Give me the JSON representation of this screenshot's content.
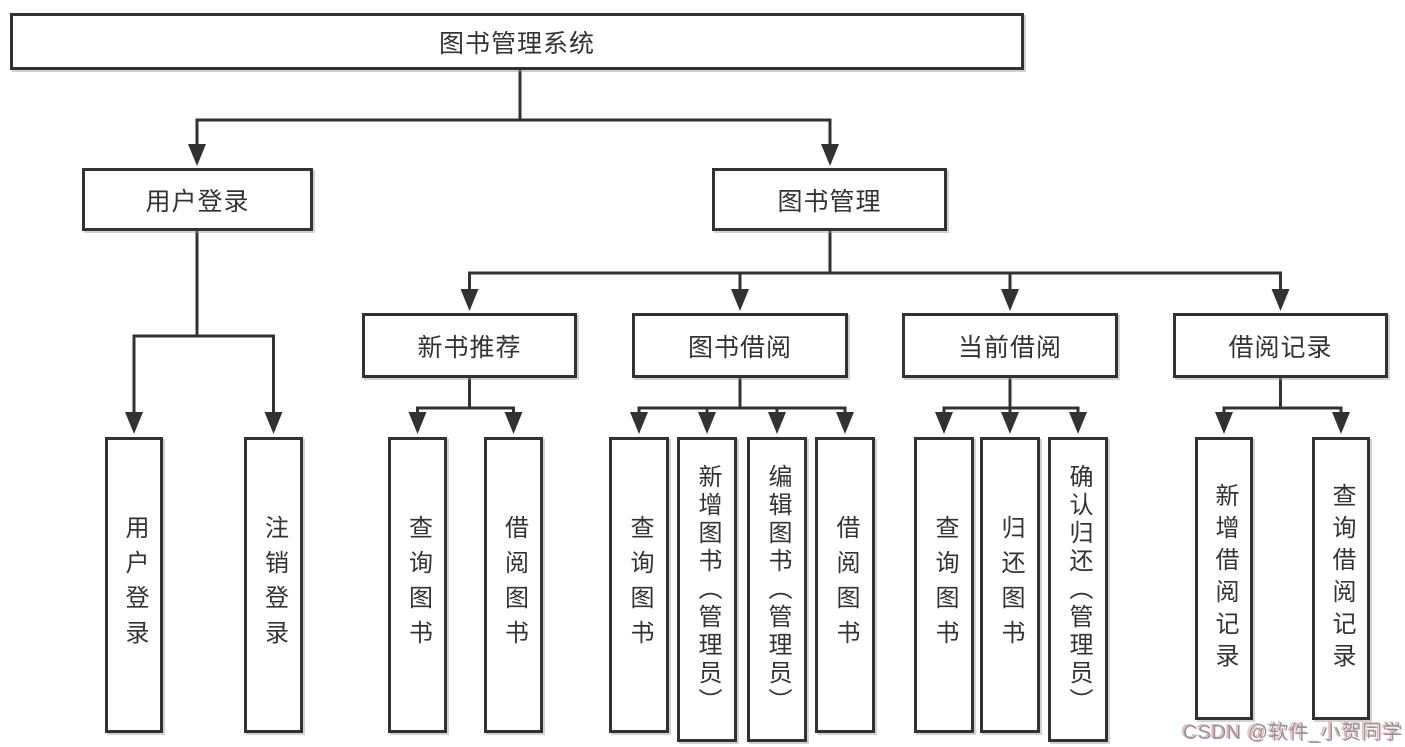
{
  "root": {
    "label": "图书管理系统"
  },
  "branches": [
    {
      "label": "用户登录",
      "children": [
        {
          "label": "用户登录"
        },
        {
          "label": "注销登录"
        }
      ]
    },
    {
      "label": "图书管理",
      "children": [
        {
          "label": "新书推荐",
          "children": [
            {
              "label": "查询图书"
            },
            {
              "label": "借阅图书"
            }
          ]
        },
        {
          "label": "图书借阅",
          "children": [
            {
              "label": "查询图书"
            },
            {
              "label": "新增图书（管理员）"
            },
            {
              "label": "编辑图书（管理员）"
            },
            {
              "label": "借阅图书"
            }
          ]
        },
        {
          "label": "当前借阅",
          "children": [
            {
              "label": "查询图书"
            },
            {
              "label": "归还图书"
            },
            {
              "label": "确认归还（管理员）"
            }
          ]
        },
        {
          "label": "借阅记录",
          "children": [
            {
              "label": "新增借阅记录"
            },
            {
              "label": "查询借阅记录"
            }
          ]
        }
      ]
    }
  ],
  "watermark": {
    "text": "CSDN @软件_小贺同学"
  },
  "colors": {
    "line": "#323232",
    "text": "#333333",
    "box_background": "#ffffff",
    "watermark": "#90969c",
    "watermark_accent": "#e06a6a",
    "background": "#ffffff"
  }
}
